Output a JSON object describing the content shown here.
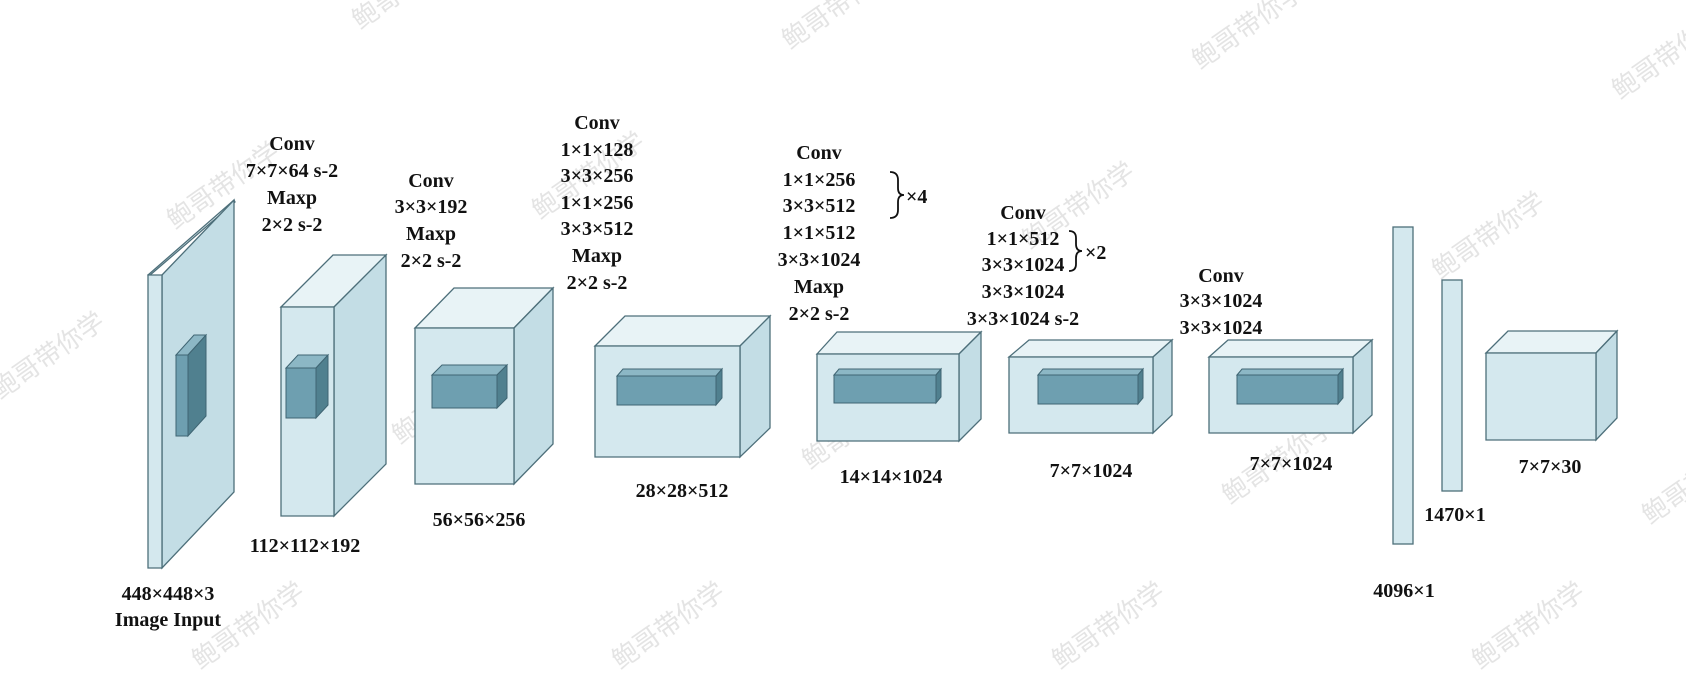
{
  "watermark": "鲍哥带你学",
  "stages": [
    {
      "id": "input",
      "dims": "448×448×3",
      "caption": "Image Input",
      "ops": []
    },
    {
      "id": "stage1",
      "dims": "112×112×192",
      "ops": [
        "Conv",
        "7×7×64 s-2",
        "Maxp",
        "2×2 s-2"
      ]
    },
    {
      "id": "stage2",
      "dims": "56×56×256",
      "ops": [
        "Conv",
        "3×3×192",
        "Maxp",
        "2×2 s-2"
      ]
    },
    {
      "id": "stage3",
      "dims": "28×28×512",
      "ops": [
        "Conv",
        "1×1×128",
        "3×3×256",
        "1×1×256",
        "3×3×512",
        "Maxp",
        "2×2 s-2"
      ]
    },
    {
      "id": "stage4",
      "dims": "14×14×1024",
      "ops": [
        "Conv",
        "1×1×256",
        "3×3×512",
        "1×1×512",
        "3×3×1024",
        "Maxp",
        "2×2 s-2"
      ],
      "repeat": "×4"
    },
    {
      "id": "stage5",
      "dims": "7×7×1024",
      "ops": [
        "Conv",
        "1×1×512",
        "3×3×1024",
        "3×3×1024",
        "3×3×1024 s-2"
      ],
      "repeat": "×2"
    },
    {
      "id": "stage6",
      "dims": "7×7×1024",
      "ops": [
        "Conv",
        "3×3×1024",
        "3×3×1024"
      ]
    },
    {
      "id": "fc1",
      "dims": "4096×1",
      "ops": []
    },
    {
      "id": "fc2",
      "dims": "1470×1",
      "ops": []
    },
    {
      "id": "output",
      "dims": "7×7×30",
      "ops": []
    }
  ]
}
